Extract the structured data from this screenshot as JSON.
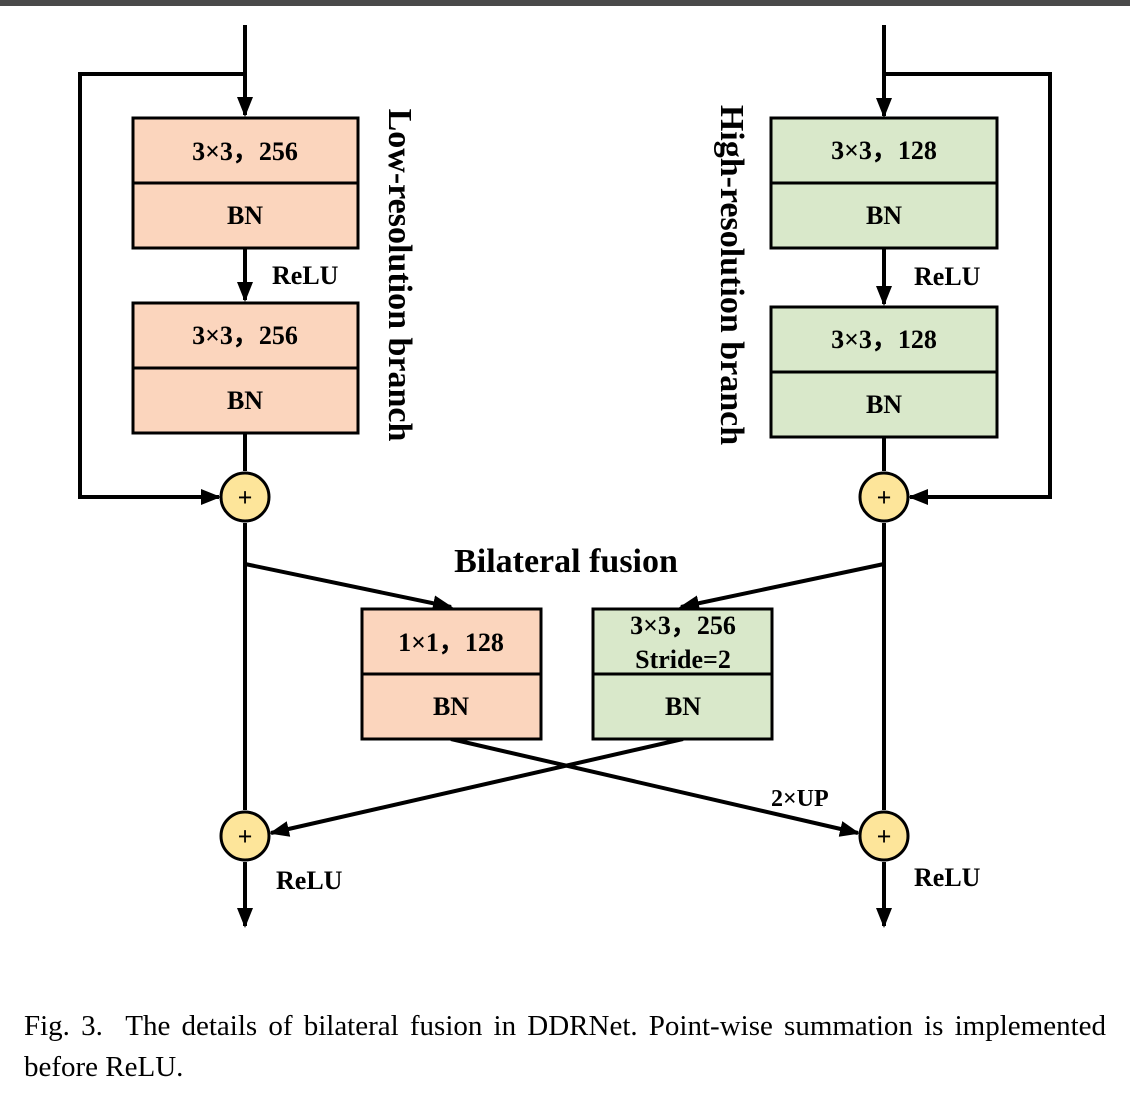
{
  "low_branch": {
    "title": "Low-resolution branch",
    "color": "#fbd5bd",
    "block1": {
      "conv": "3×3，256",
      "norm": "BN"
    },
    "activation": "ReLU",
    "block2": {
      "conv": "3×3，256",
      "norm": "BN"
    }
  },
  "high_branch": {
    "title": "High-resolution branch",
    "color": "#d9e8ca",
    "block1": {
      "conv": "3×3，128",
      "norm": "BN"
    },
    "activation": "ReLU",
    "block2": {
      "conv": "3×3，128",
      "norm": "BN"
    }
  },
  "fusion": {
    "title": "Bilateral fusion",
    "low_path": {
      "conv": "1×1，128",
      "norm": "BN"
    },
    "high_path": {
      "conv": "3×3，256",
      "stride": "Stride=2",
      "norm": "BN"
    },
    "upsample": "2×UP"
  },
  "sum_symbol": "+",
  "sum_color": "#fde59a",
  "output_activation": "ReLU",
  "caption": {
    "label": "Fig. 3.",
    "text": "The details of bilateral fusion in DDRNet. Point-wise summation is implemented before ReLU."
  }
}
